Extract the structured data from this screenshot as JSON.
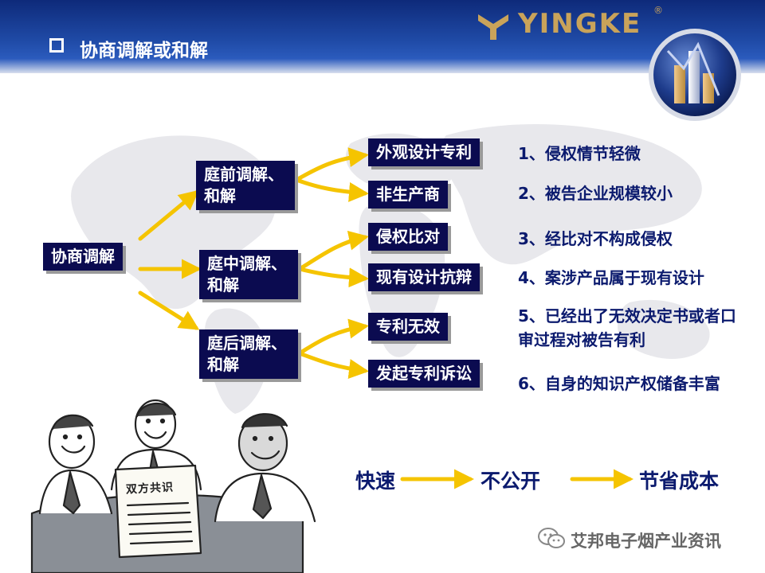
{
  "header": {
    "title": "协商调解或和解"
  },
  "brand": {
    "name": "YINGKE",
    "registered": "®"
  },
  "diagram": {
    "root": "协商调解",
    "stages": [
      {
        "label": "庭前调解、和解"
      },
      {
        "label": "庭中调解、和解"
      },
      {
        "label": "庭后调解、和解"
      }
    ],
    "leaves": [
      {
        "label": "外观设计专利"
      },
      {
        "label": "非生产商"
      },
      {
        "label": "侵权比对"
      },
      {
        "label": "现有设计抗辩"
      },
      {
        "label": "专利无效"
      },
      {
        "label": "发起专利诉讼"
      }
    ],
    "notes": [
      "1、侵权情节轻微",
      "2、被告企业规模较小",
      "3、经比对不构成侵权",
      "4、案涉产品属于现有设计",
      "5、已经出了无效决定书或者口审过程对被告有利",
      "6、自身的知识产权储备丰富"
    ]
  },
  "flow": {
    "items": [
      "快速",
      "不公开",
      "节省成本"
    ]
  },
  "cartoon": {
    "document_label": "双方共识"
  },
  "footer": {
    "wechat_account": "艾邦电子烟产业资讯"
  },
  "colors": {
    "box_fill": "#0b0b50",
    "arrow": "#f5c400",
    "note_text": "#0b1a6e",
    "brand": "#c9a35a"
  }
}
